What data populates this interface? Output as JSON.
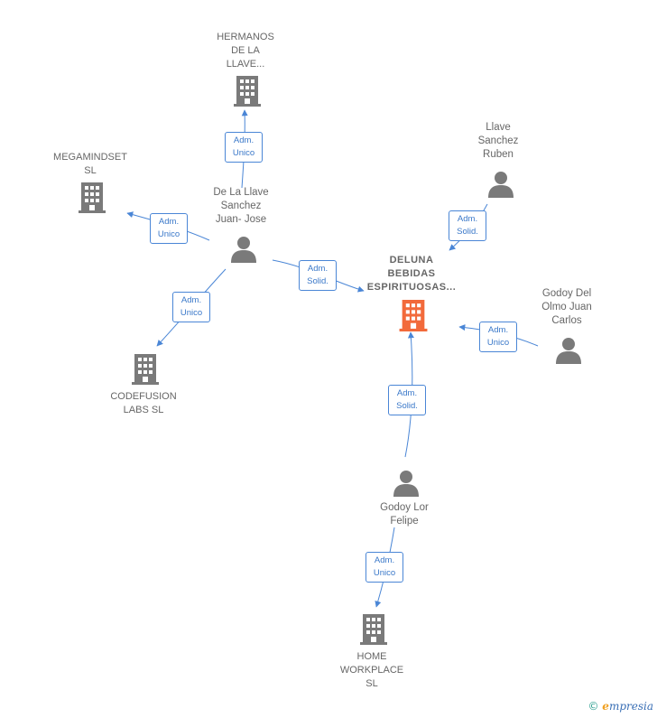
{
  "nodes": {
    "hermanos": {
      "label": "HERMANOS\nDE LA\nLLAVE..."
    },
    "megamindset": {
      "label": "MEGAMINDSET\nSL"
    },
    "delallave": {
      "label": "De La Llave\nSanchez\nJuan- Jose"
    },
    "codefusion": {
      "label": "CODEFUSION\nLABS  SL"
    },
    "deluna": {
      "label": "DELUNA\nBEBIDAS\nESPIRITUOSAS..."
    },
    "llave_ruben": {
      "label": "Llave\nSanchez\nRuben"
    },
    "godoy_del_olmo": {
      "label": "Godoy Del\nOlmo Juan\nCarlos"
    },
    "godoy_lor": {
      "label": "Godoy Lor\nFelipe"
    },
    "home_workplace": {
      "label": "HOME\nWORKPLACE\nSL"
    }
  },
  "badges": {
    "b_hermanos": "Adm.\nUnico",
    "b_megamindset": "Adm.\nUnico",
    "b_codefusion": "Adm.\nUnico",
    "b_delallave_deluna": "Adm.\nSolid.",
    "b_ruben_deluna": "Adm.\nSolid.",
    "b_godoy_olmo_deluna": "Adm.\nUnico",
    "b_lor_deluna": "Adm.\nSolid.",
    "b_lor_home": "Adm.\nUnico"
  },
  "colors": {
    "edge": "#4a86d6",
    "company": "#7a7a7a",
    "focus_company": "#f26a3b",
    "person": "#7a7a7a"
  },
  "watermark": {
    "copyright": "©",
    "brand_initial": "e",
    "brand_rest": "mpresia"
  }
}
